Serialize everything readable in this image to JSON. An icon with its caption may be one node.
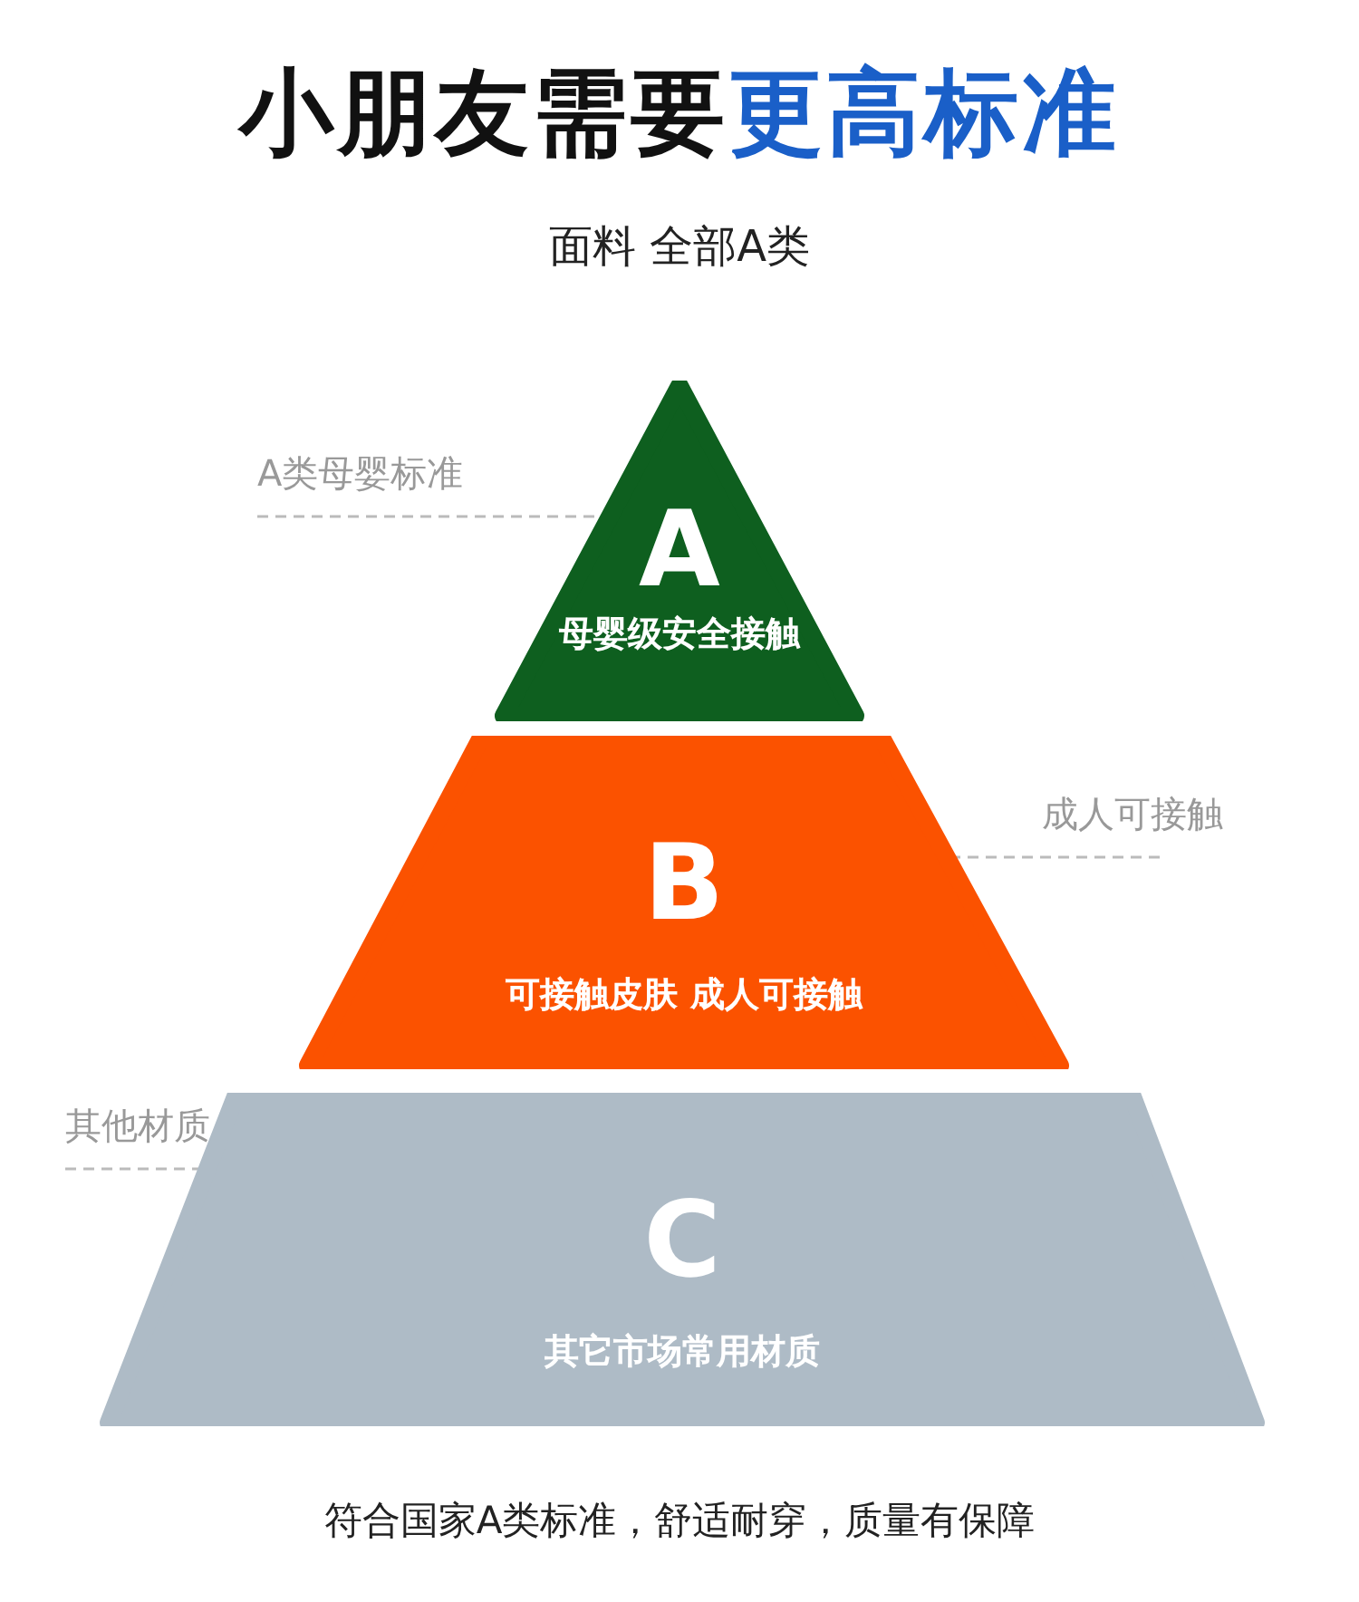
{
  "diagram": {
    "title": "小朋友需要更高标准",
    "nodes": [
      {
        "text": [
          "A",
          "母婴级安全接触"
        ]
      },
      {
        "text": [
          "B",
          "可接触皮肤 成人可接触"
        ]
      },
      {
        "text": [
          "C",
          "其它市场常用材质"
        ]
      },
      {
        "text": [
          "A类母婴标准"
        ]
      },
      {
        "text": [
          "成人可接触"
        ]
      },
      {
        "text": [
          "其他材质"
        ]
      }
    ],
    "edges": [
      {
        "from": 3,
        "to": 0,
        "arrow": "none",
        "style": "dashed"
      },
      {
        "from": 4,
        "to": 1,
        "arrow": "none",
        "style": "dashed"
      },
      {
        "from": 5,
        "to": 2,
        "arrow": "none",
        "style": "dashed"
      }
    ],
    "labels": [
      "面料 全部A类",
      "符合国家A类标准，舒适耐穿，质量有保障"
    ]
  }
}
